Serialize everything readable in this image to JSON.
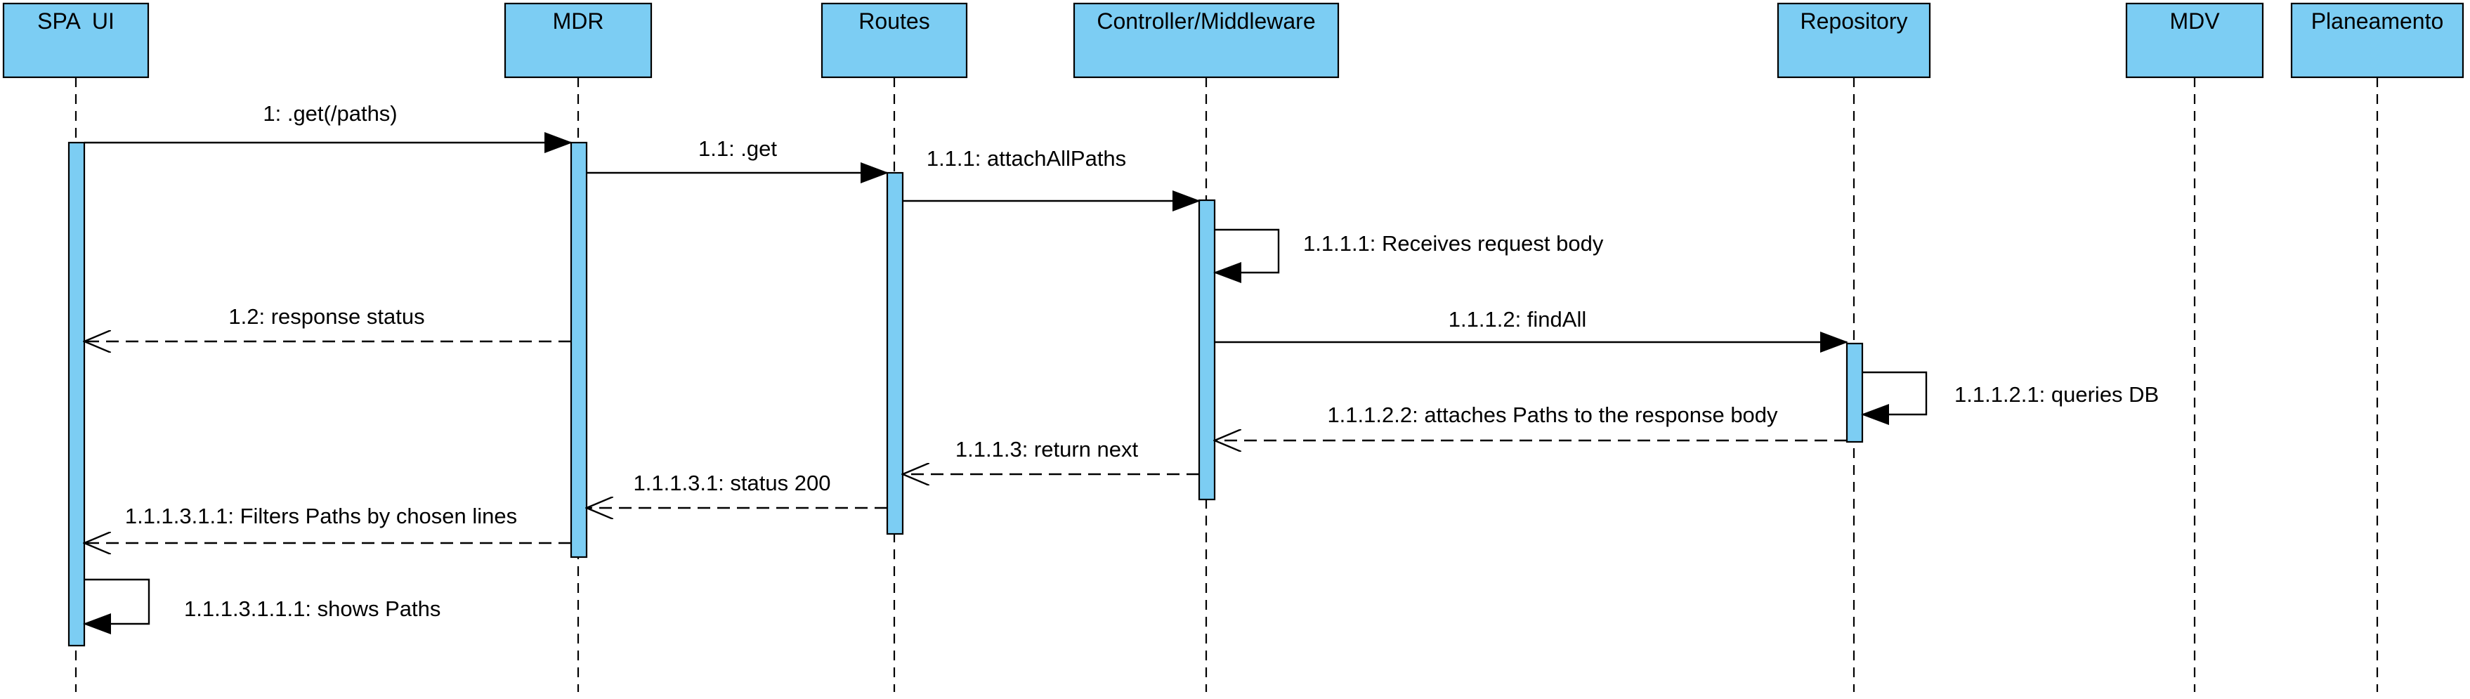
{
  "diagram": {
    "type": "sequence",
    "caption": "",
    "colors": {
      "box_fill": "#7ccdf3",
      "line": "#000000",
      "background": "#ffffff"
    },
    "participants": [
      {
        "id": "spa",
        "label": "SPA  UI"
      },
      {
        "id": "mdr",
        "label": "MDR"
      },
      {
        "id": "routes",
        "label": "Routes"
      },
      {
        "id": "controller",
        "label": "Controller/Middleware"
      },
      {
        "id": "repository",
        "label": "Repository"
      },
      {
        "id": "mdv",
        "label": "MDV"
      },
      {
        "id": "planeamento",
        "label": "Planeamento"
      }
    ],
    "messages": [
      {
        "id": "m1",
        "label": "1: .get(/paths)",
        "from": "spa",
        "to": "mdr",
        "style": "sync"
      },
      {
        "id": "m11",
        "label": "1.1: .get",
        "from": "mdr",
        "to": "routes",
        "style": "sync"
      },
      {
        "id": "m111",
        "label": "1.1.1: attachAllPaths",
        "from": "routes",
        "to": "controller",
        "style": "sync"
      },
      {
        "id": "m1111",
        "label": "1.1.1.1: Receives request body",
        "from": "controller",
        "to": "controller",
        "style": "self"
      },
      {
        "id": "m12",
        "label": "1.2: response status",
        "from": "mdr",
        "to": "spa",
        "style": "return"
      },
      {
        "id": "m1112",
        "label": "1.1.1.2: findAll",
        "from": "controller",
        "to": "repository",
        "style": "sync"
      },
      {
        "id": "m11121",
        "label": "1.1.1.2.1: queries DB",
        "from": "repository",
        "to": "repository",
        "style": "self"
      },
      {
        "id": "m11122",
        "label": "1.1.1.2.2: attaches Paths to the response body",
        "from": "repository",
        "to": "controller",
        "style": "return"
      },
      {
        "id": "m1113",
        "label": "1.1.1.3: return next",
        "from": "controller",
        "to": "routes",
        "style": "return"
      },
      {
        "id": "m11131",
        "label": "1.1.1.3.1: status 200",
        "from": "routes",
        "to": "mdr",
        "style": "return"
      },
      {
        "id": "m111311",
        "label": "1.1.1.3.1.1: Filters Paths by chosen lines",
        "from": "mdr",
        "to": "spa",
        "style": "return"
      },
      {
        "id": "m1113111",
        "label": "1.1.1.3.1.1.1: shows Paths",
        "from": "spa",
        "to": "spa",
        "style": "self"
      }
    ]
  }
}
